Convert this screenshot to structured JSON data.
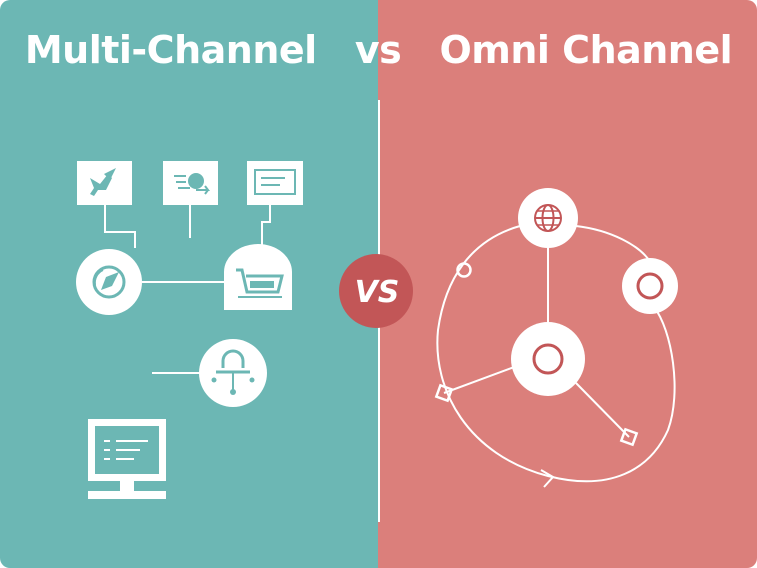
{
  "title": {
    "left": "Multi-Channel",
    "vs": "vs",
    "right": "Omni Channel"
  },
  "badge": {
    "label": "VS"
  },
  "colors": {
    "left_panel": "#6cb7b4",
    "right_panel": "#db7f7b",
    "badge": "#c25657",
    "line": "#ffffff"
  },
  "icons": {
    "multi_channel": [
      "bird-icon",
      "delivery-icon",
      "card-icon",
      "compass-icon",
      "shopping-cart-icon",
      "lock-node-icon",
      "monitor-icon"
    ],
    "omni_channel": [
      "globe-icon",
      "ring-node-icon",
      "center-hub-icon"
    ]
  }
}
